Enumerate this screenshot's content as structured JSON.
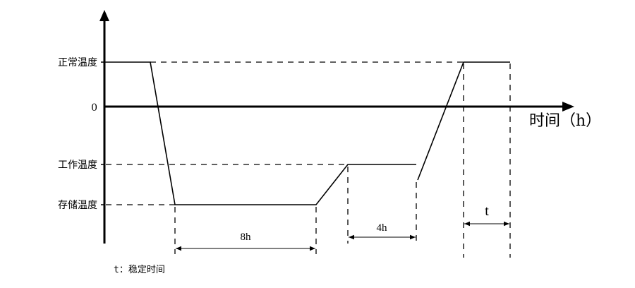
{
  "axis": {
    "x_title": "时间（h）",
    "origin_label": "0"
  },
  "levels": {
    "normal": "正常温度",
    "working": "工作温度",
    "storage": "存储温度"
  },
  "durations": {
    "storage_hold": "8h",
    "working_hold": "4h",
    "stabilize": "t"
  },
  "note": "t：稳定时间"
}
